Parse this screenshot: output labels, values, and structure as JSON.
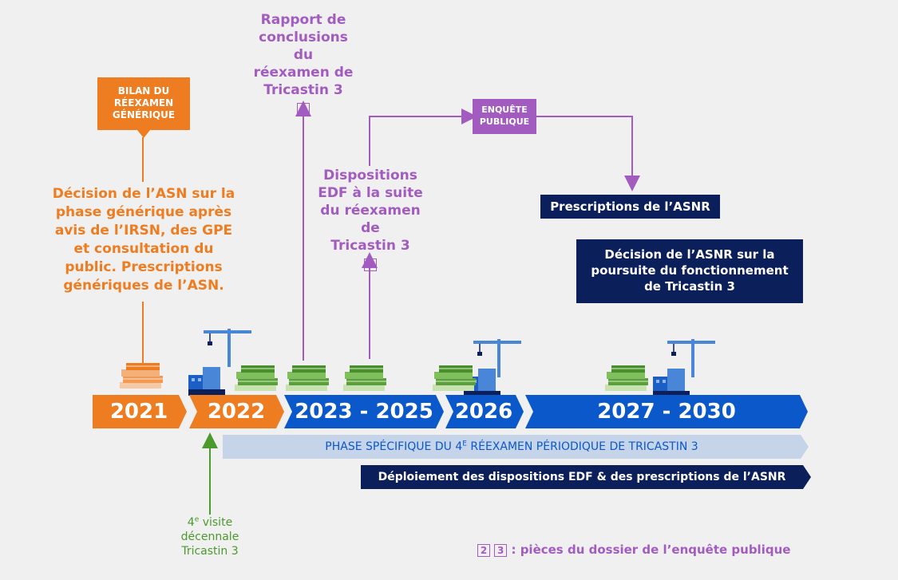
{
  "colors": {
    "orange": "#ee7d22",
    "purple": "#a25cc0",
    "green": "#4a9a2c",
    "blue": "#0a58c9",
    "navy": "#0b1f5a",
    "light_band": "#c6d4ea"
  },
  "bilan_tag": [
    "BILAN DU",
    "RÉEXAMEN",
    "GÉNÉRIQUE"
  ],
  "decision_asn": [
    "Décision de l’ASN sur la",
    "phase générique après",
    "avis de l’IRSN, des GPE",
    "et consultation du",
    "public. Prescriptions",
    "génériques de l’ASN."
  ],
  "rapport": [
    "Rapport de",
    "conclusions du",
    "réexamen de",
    "Tricastin 3"
  ],
  "rapport_num": "2",
  "dispositions": [
    "Dispositions",
    "EDF à la suite",
    "du réexamen de",
    "Tricastin 3"
  ],
  "dispositions_num": "3",
  "enquete_tag": [
    "ENQUÊTE",
    "PUBLIQUE"
  ],
  "prescriptions_asnr": "Prescriptions de l’ASNR",
  "decision_asnr": [
    "Décision de l’ASNR sur la",
    "poursuite du fonctionnement",
    "de Tricastin 3"
  ],
  "years": {
    "y2021": "2021",
    "y2022": "2022",
    "y2023": "2023 - 2025",
    "y2026": "2026",
    "y2027": "2027 - 2030"
  },
  "phase_text_a": "PHASE SPÉCIFIQUE DU 4",
  "phase_text_sup": "E",
  "phase_text_b": " RÉEXAMEN PÉRIODIQUE DE TRICASTIN 3",
  "deploiement": "Déploiement des dispositions EDF & des prescriptions de l’ASNR",
  "visite": {
    "num": "4",
    "sup": "e",
    "line1_rest": " visite",
    "line2": "décennale",
    "line3": "Tricastin 3"
  },
  "legend": {
    "num_a": "2",
    "num_b": "3",
    "text": ": pièces du dossier de l’enquête publique"
  },
  "icons": [
    "documents-icon",
    "crane-icon",
    "building-icon"
  ]
}
